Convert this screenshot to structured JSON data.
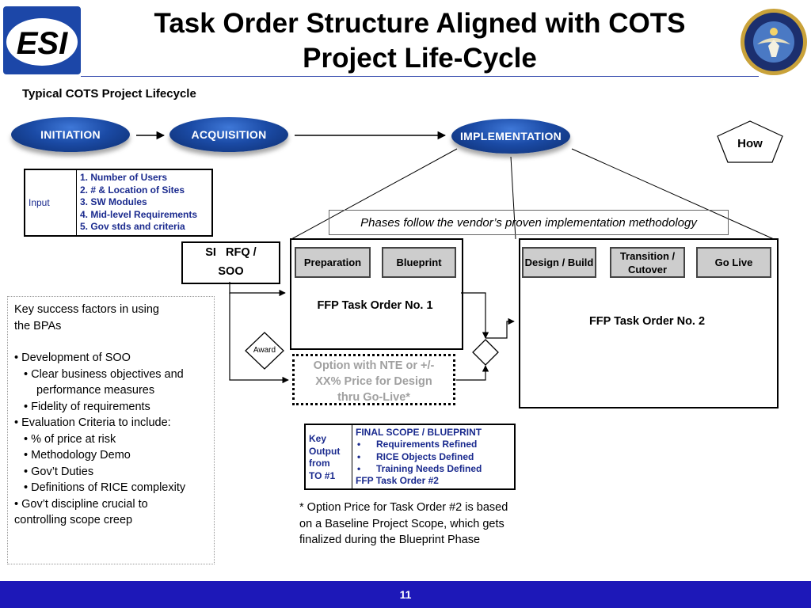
{
  "header": {
    "title_line1": "Task Order Structure Aligned with COTS",
    "title_line2": "Project Life-Cycle",
    "logo_text": "ESI",
    "seal_name": "department-of-defense-seal"
  },
  "lifecycle": {
    "heading": "Typical COTS Project Lifecycle",
    "phases": [
      "INITIATION",
      "ACQUISITION",
      "IMPLEMENTATION"
    ],
    "how_label": "How"
  },
  "input_table": {
    "label": "Input",
    "items": [
      "1. Number of Users",
      "2. # & Location of Sites",
      "3. SW Modules",
      "4. Mid-level Requirements",
      "5. Gov stds and criteria"
    ]
  },
  "phases_note": "Phases follow the vendor’s proven implementation methodology",
  "rfq": {
    "line1": "SI   RFQ /",
    "line2": "SOO"
  },
  "task_order_1": {
    "steps": [
      "Preparation",
      "Blueprint"
    ],
    "label": "FFP Task Order No. 1"
  },
  "task_order_2": {
    "steps": [
      "Design / Build",
      "Transition / Cutover",
      "Go Live"
    ],
    "label": "FFP Task Order No. 2"
  },
  "award_label": "Award",
  "option_box": {
    "line1": "Option with NTE or +/-",
    "line2": "XX% Price for Design",
    "line3": "thru Go-Live*"
  },
  "key_success": {
    "intro_line1": "Key success factors in using",
    "intro_line2": "the BPAs",
    "item1": "• Development of SOO",
    "item1_sub1": "•   Clear business objectives and performance measures",
    "item1_sub2": "•  Fidelity of requirements",
    "item2": "• Evaluation Criteria to include:",
    "item2_sub1": "•   % of price at risk",
    "item2_sub2": "•   Methodology Demo",
    "item2_sub3": "•   Gov’t Duties",
    "item2_sub4": "•   Definitions of RICE complexity",
    "item3_line1": "• Gov’t discipline crucial to",
    "item3_line2": "controlling scope creep"
  },
  "key_output": {
    "label_line1": "Key",
    "label_line2": "Output",
    "label_line3": "from",
    "label_line4": "TO #1",
    "heading": "FINAL SCOPE / BLUEPRINT",
    "bullets": [
      "Requirements Refined",
      "RICE Objects Defined",
      "Training Needs Defined"
    ],
    "footer": "FFP Task Order #2"
  },
  "footnote": "* Option Price for Task Order #2 is based on a Baseline Project Scope, which gets finalized during the Blueprint Phase",
  "footer": {
    "page_number": "11"
  },
  "colors": {
    "pill_blue": "#1b4ba6",
    "footer_blue": "#1d18b8",
    "table_text": "#1a2a8e",
    "option_text": "#a0a0a0"
  }
}
